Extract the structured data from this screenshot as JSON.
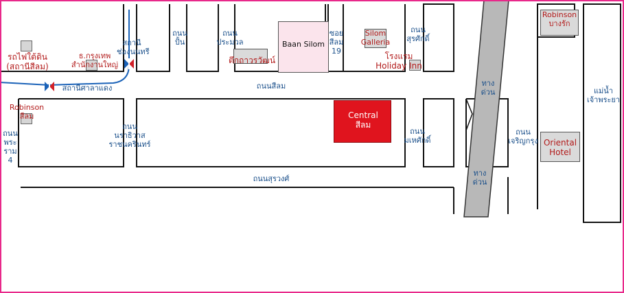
{
  "colors": {
    "frame": "#e8288a",
    "label_road": "#1a4f8a",
    "label_place": "#b21a1a",
    "central_fill": "#e0141e",
    "baan_silom_fill": "#fbe4ec",
    "building_fill": "#dadada",
    "expressway_fill": "#b8b8b8",
    "rail_line": "#1a62b8"
  },
  "icons": {
    "bts": "bts-station-icon",
    "place": "place-marker-icon"
  },
  "roads": {
    "pan": "ถนน\nปั้น",
    "pramuan": "ถนน\nประมวล",
    "soi_silom_19": "ซอย\nสีลม\n19",
    "surasak": "ถนน\nสุรศักดิ์",
    "silom": "ถนนสีลม",
    "narathiwas": "ถนน\nนราธิวาส\nราชนครินทร์",
    "mahesak": "ถนน\nมเหศักดิ์",
    "charoen_krung": "ถนน\nเจริญกรุง",
    "surawong": "ถนนสุรวงศ์",
    "rama4": "ถนน\nพระ\nราม\n4",
    "expressway_top": "ทาง\nด่วน",
    "expressway_bottom": "ทาง\nด่วน"
  },
  "places": {
    "mrt_silom": "รถไฟใต้ดิน\n(สถานีสีลม)",
    "bangkok_bank": "ธ.กรุงเทพ\nสำนักงานใหญ่",
    "bts_chong_nonsi": "สถานี\nช่องนนทรี",
    "bts_sala_daeng": "สถานีศาลาแดง",
    "tawana": "ตึกถาวรวัฒน์",
    "baan_silom": "Baan Silom",
    "silom_galleria": "Silom\nGalleria",
    "holiday_inn": "โรงแรม\nHoliday Inn",
    "robinson_bangrak": "Robinson\nบางรัก",
    "river": "แม่น้ำ\nเจ้าพระยา",
    "robinson_silom": "Robinson\nสีลม",
    "central_silom": "Central\nสีลม",
    "oriental_hotel": "Oriental\nHotel"
  }
}
